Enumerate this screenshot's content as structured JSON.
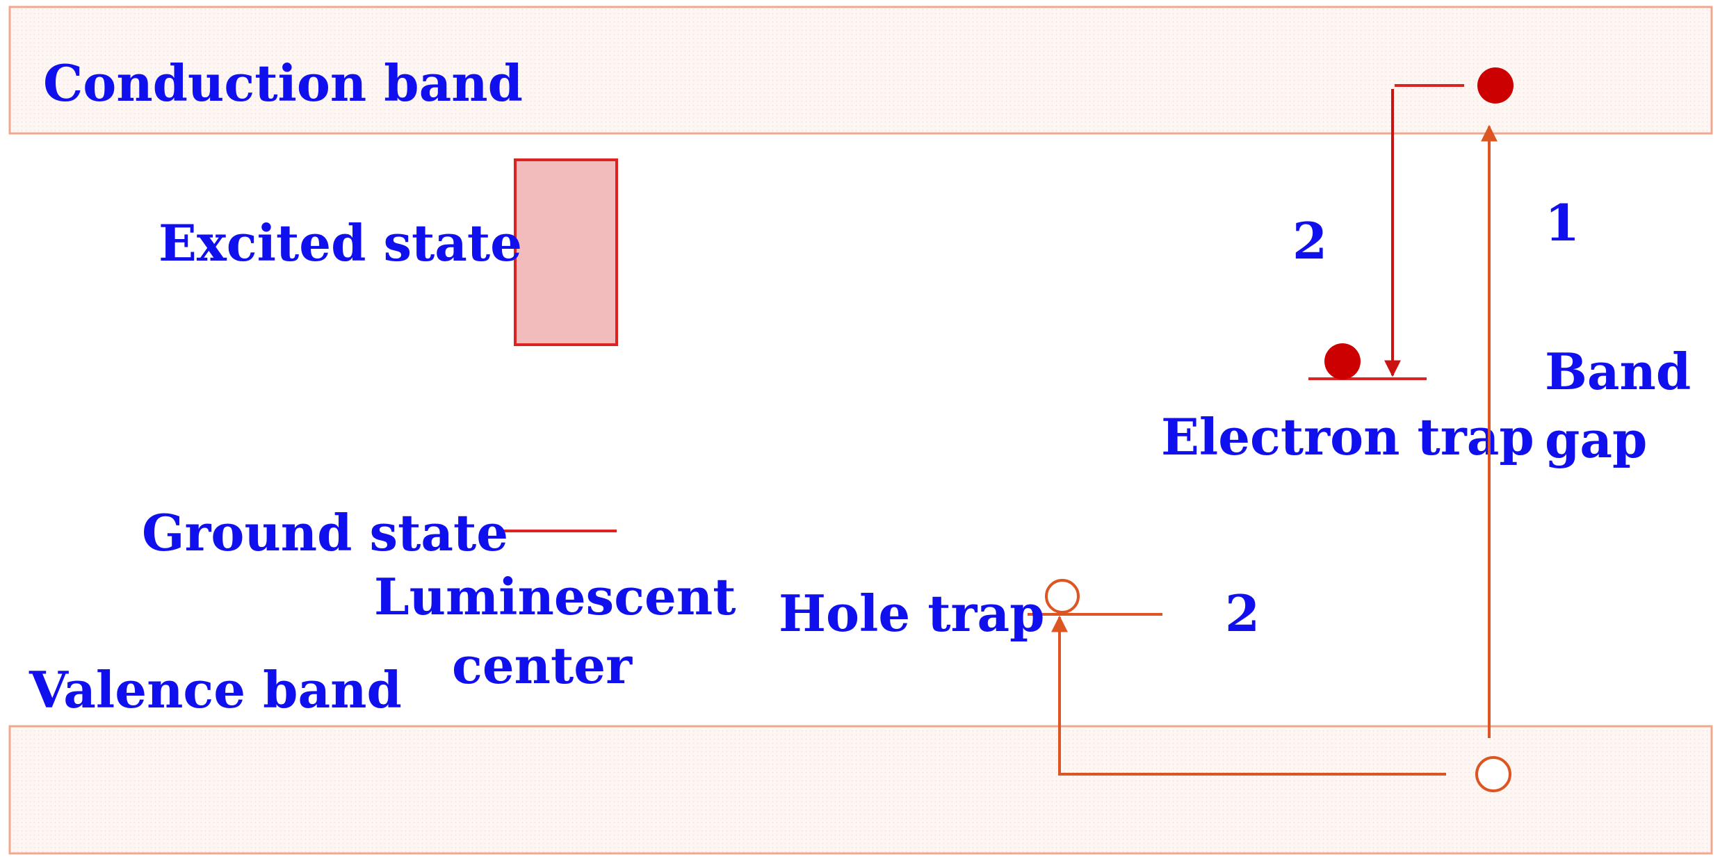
{
  "labels": {
    "conduction_band": "Conduction band",
    "valence_band": "Valence band",
    "excited_state": "Excited state",
    "ground_state": "Ground state",
    "luminescent_center_line1": "Luminescent",
    "luminescent_center_line2": "center",
    "electron_trap": "Electron trap",
    "hole_trap": "Hole trap",
    "band_gap_line1": "Band",
    "band_gap_line2": "gap",
    "step_1": "1",
    "step_2_electron": "2",
    "step_2_hole": "2"
  },
  "colors": {
    "label_text": "#1010ee",
    "band_border": "#f0a890",
    "band_fill": "#fdf6f2",
    "excited_state_fill": "#f2bcbc",
    "trap_line": "#dd2222",
    "electron": "#cc0000",
    "arrow_red": "#cc1111",
    "arrow_orange": "#dd5522"
  }
}
